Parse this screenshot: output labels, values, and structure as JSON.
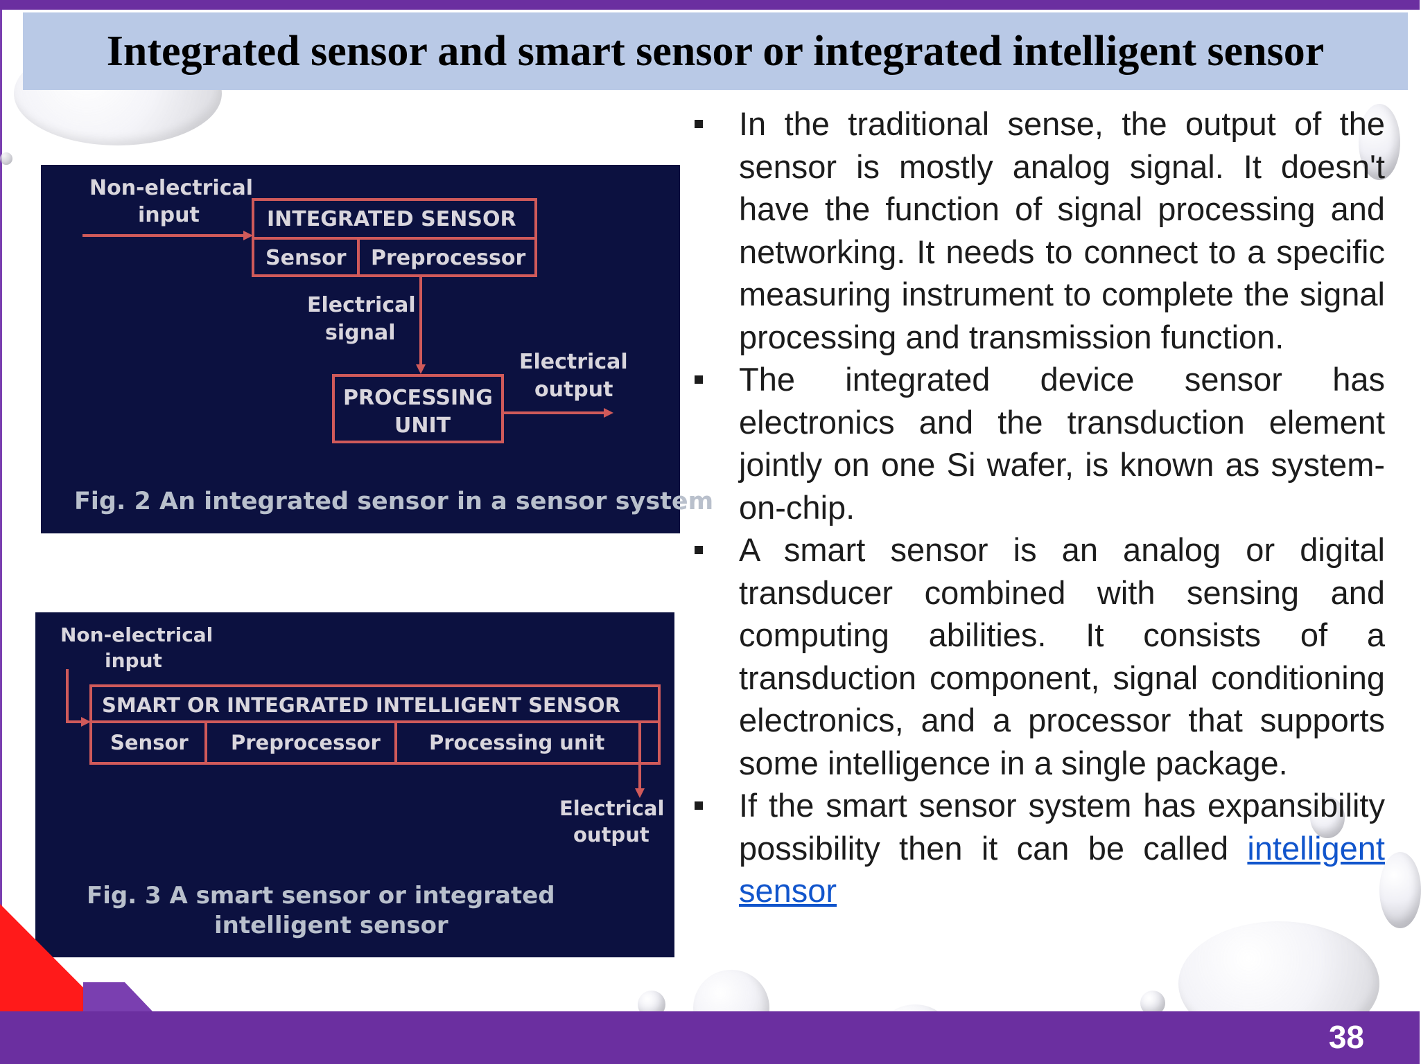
{
  "title": "Integrated sensor and smart sensor or integrated intelligent sensor",
  "figure2": {
    "input_label_1": "Non-electrical",
    "input_label_2": "input",
    "box_title": "INTEGRATED SENSOR",
    "cell_sensor": "Sensor",
    "cell_preprocessor": "Preprocessor",
    "signal_label_1": "Electrical",
    "signal_label_2": "signal",
    "processing_1": "PROCESSING",
    "processing_2": "UNIT",
    "output_label_1": "Electrical",
    "output_label_2": "output",
    "caption": "Fig. 2 An integrated sensor in a sensor system"
  },
  "figure3": {
    "input_label_1": "Non-electrical",
    "input_label_2": "input",
    "box_title": "SMART OR INTEGRATED INTELLIGENT SENSOR",
    "cell_sensor": "Sensor",
    "cell_preprocessor": "Preprocessor",
    "cell_processing": "Processing unit",
    "output_label_1": "Electrical",
    "output_label_2": "output",
    "caption_1": "Fig. 3 A smart sensor or integrated",
    "caption_2": "intelligent sensor"
  },
  "bullets": [
    "In the traditional sense, the output of the sensor is mostly analog signal. It doesn't have the function of signal processing and networking. It needs to connect to a specific measuring instrument to complete the signal processing and transmission function.",
    "The integrated device sensor has electronics and the transduction element jointly on one Si wafer, is known as system-on-chip.",
    "A smart sensor is an analog or digital transducer combined with  sensing and computing abilities. It consists of a transduction component, signal conditioning electronics, and a processor that supports some intelligence in a single package."
  ],
  "bullet4_prefix": "If the smart sensor system has expansibility possibility then it can be called ",
  "bullet4_link": "intelligent sensor",
  "page_number": "38"
}
